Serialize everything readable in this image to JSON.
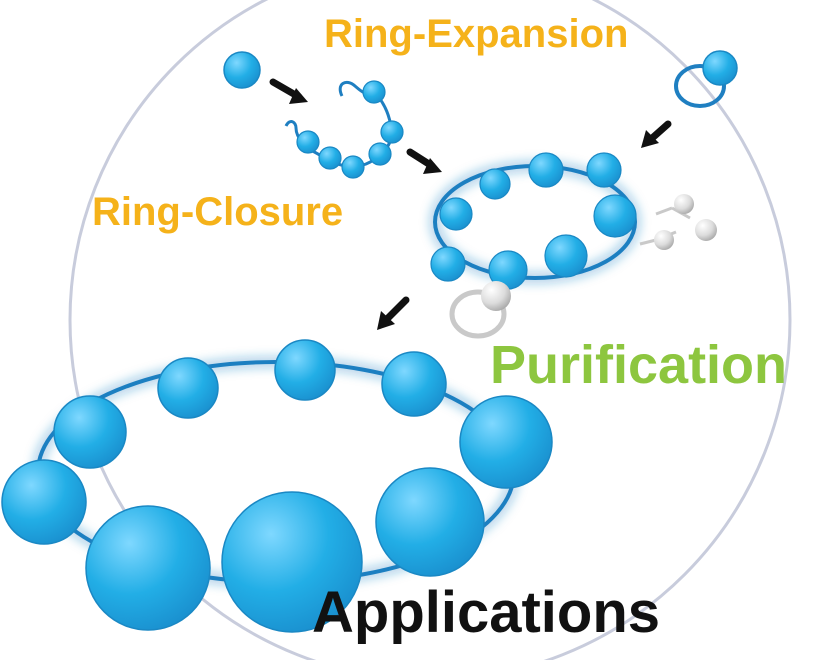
{
  "labels": {
    "ring_expansion": "Ring-Expansion",
    "ring_closure": "Ring-Closure",
    "purification": "Purification",
    "applications": "Applications"
  },
  "colors": {
    "ring_expansion": "#f5b21a",
    "ring_closure": "#f5b21a",
    "purification": "#8dc63f",
    "applications": "#111111",
    "bead": "#22aee6",
    "bead_outline": "#1a88c4",
    "chain": "#1f7fc1",
    "impurity": "#c9c9c9",
    "arrow": "#111111",
    "background_circle": "#c8ccdc"
  }
}
